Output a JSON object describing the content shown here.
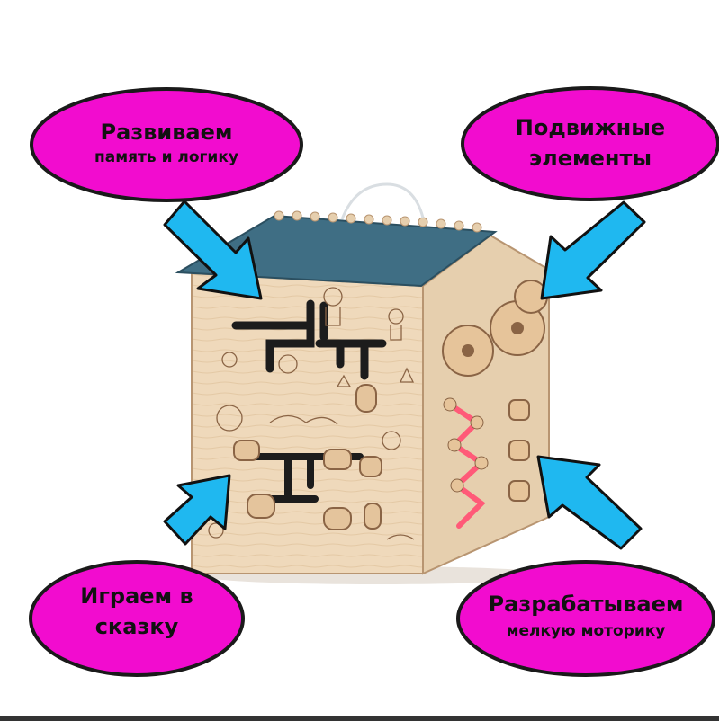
{
  "colors": {
    "bubble": "#f20ccf",
    "bubble_outline": "#1a1a1a",
    "arrow": "#1fb8f0",
    "wood": "#efd9bb",
    "wood_dark": "#b89571",
    "roof": "#3f6e84",
    "engraving": "#8a6445",
    "lace": "#ff5a78"
  },
  "callouts": {
    "top_left": {
      "line1": "Развиваем",
      "line2": "память и логику"
    },
    "top_right": {
      "line1": "Подвижные",
      "line2": "элементы"
    },
    "bottom_left": {
      "line1": "Играем в",
      "line2": "сказку"
    },
    "bottom_right": {
      "line1": "Разрабатываем",
      "line2": "мелкую моторику"
    }
  }
}
